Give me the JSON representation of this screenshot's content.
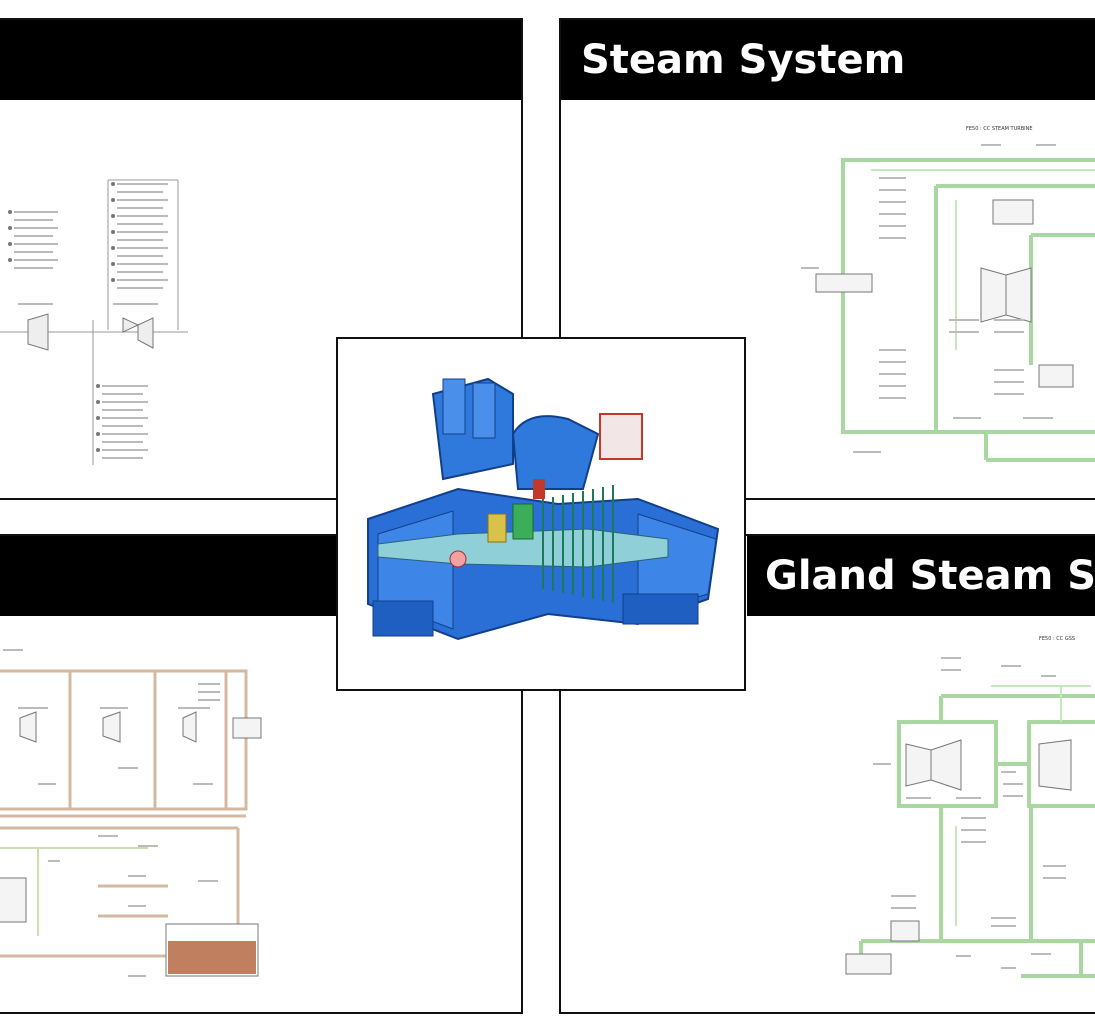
{
  "panels": {
    "top_left": {
      "title": ""
    },
    "top_right": {
      "title": "Steam System",
      "diagram_caption": "FE50 : CC STEAM TURBINE"
    },
    "bottom_left": {
      "title": ""
    },
    "bottom_right": {
      "title": "Gland Steam Sys",
      "diagram_caption": "FE50 : CC GSS"
    }
  },
  "colors": {
    "header_bg": "#000000",
    "header_text": "#ffffff",
    "steam_line": "#a8d8a0",
    "oil_line": "#d4b8a0",
    "turbine_blue": "#2a6fd6",
    "tank_brown": "#c08060"
  },
  "icons": [
    "steam-turbine-cutaway-illustration"
  ]
}
